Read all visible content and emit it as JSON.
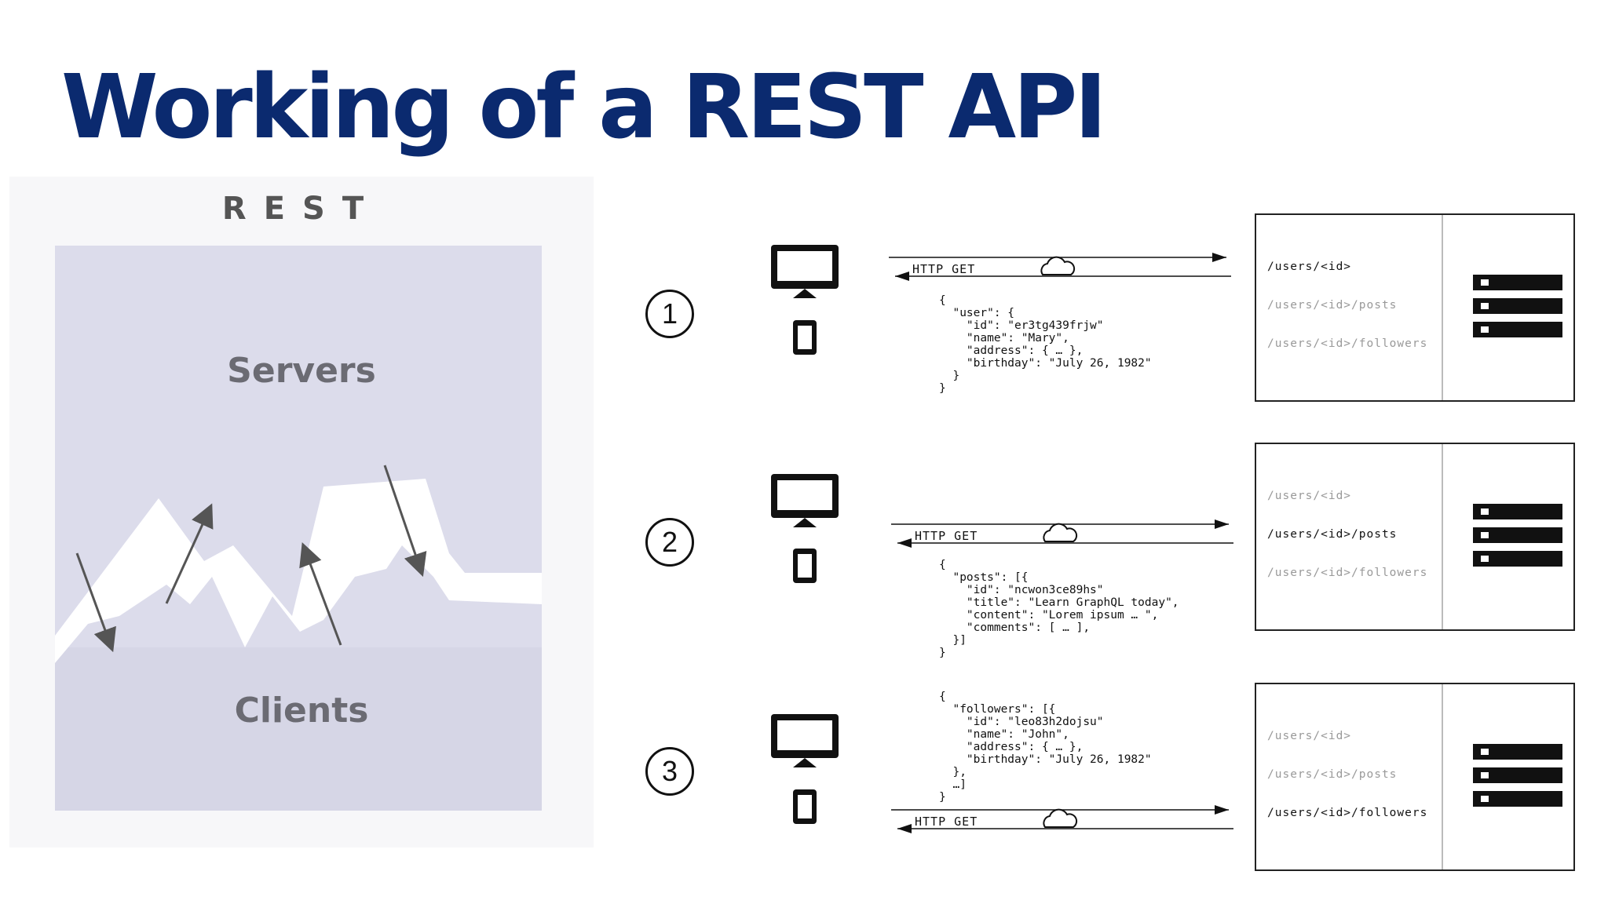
{
  "title": "Working of a REST API",
  "rest_panel": {
    "heading": "REST",
    "servers_label": "Servers",
    "clients_label": "Clients"
  },
  "steps": [
    {
      "number": "1",
      "request": "HTTP GET",
      "response": "{\n  \"user\": {\n    \"id\": \"er3tg439frjw\"\n    \"name\": \"Mary\",\n    \"address\": { … },\n    \"birthday\": \"July 26, 1982\"\n  }\n}",
      "routes": [
        "/users/<id>",
        "/users/<id>/posts",
        "/users/<id>/followers"
      ],
      "active_route": 0
    },
    {
      "number": "2",
      "request": "HTTP GET",
      "response": "{\n  \"posts\": [{\n    \"id\": \"ncwon3ce89hs\"\n    \"title\": \"Learn GraphQL today\",\n    \"content\": \"Lorem ipsum … \",\n    \"comments\": [ … ],\n  }]\n}",
      "routes": [
        "/users/<id>",
        "/users/<id>/posts",
        "/users/<id>/followers"
      ],
      "active_route": 1
    },
    {
      "number": "3",
      "request": "HTTP GET",
      "response": "{\n  \"followers\": [{\n    \"id\": \"leo83h2dojsu\"\n    \"name\": \"John\",\n    \"address\": { … },\n    \"birthday\": \"July 26, 1982\"\n  },\n  …]\n}",
      "routes": [
        "/users/<id>",
        "/users/<id>/posts",
        "/users/<id>/followers"
      ],
      "active_route": 2
    }
  ],
  "colors": {
    "title": "#0b2a6f",
    "panel_bg": "#dcdceb",
    "icon": "#111111",
    "inactive_route": "#999999"
  },
  "icons": [
    "desktop-monitor-icon",
    "mobile-phone-icon",
    "cloud-icon",
    "server-rack-icon"
  ]
}
